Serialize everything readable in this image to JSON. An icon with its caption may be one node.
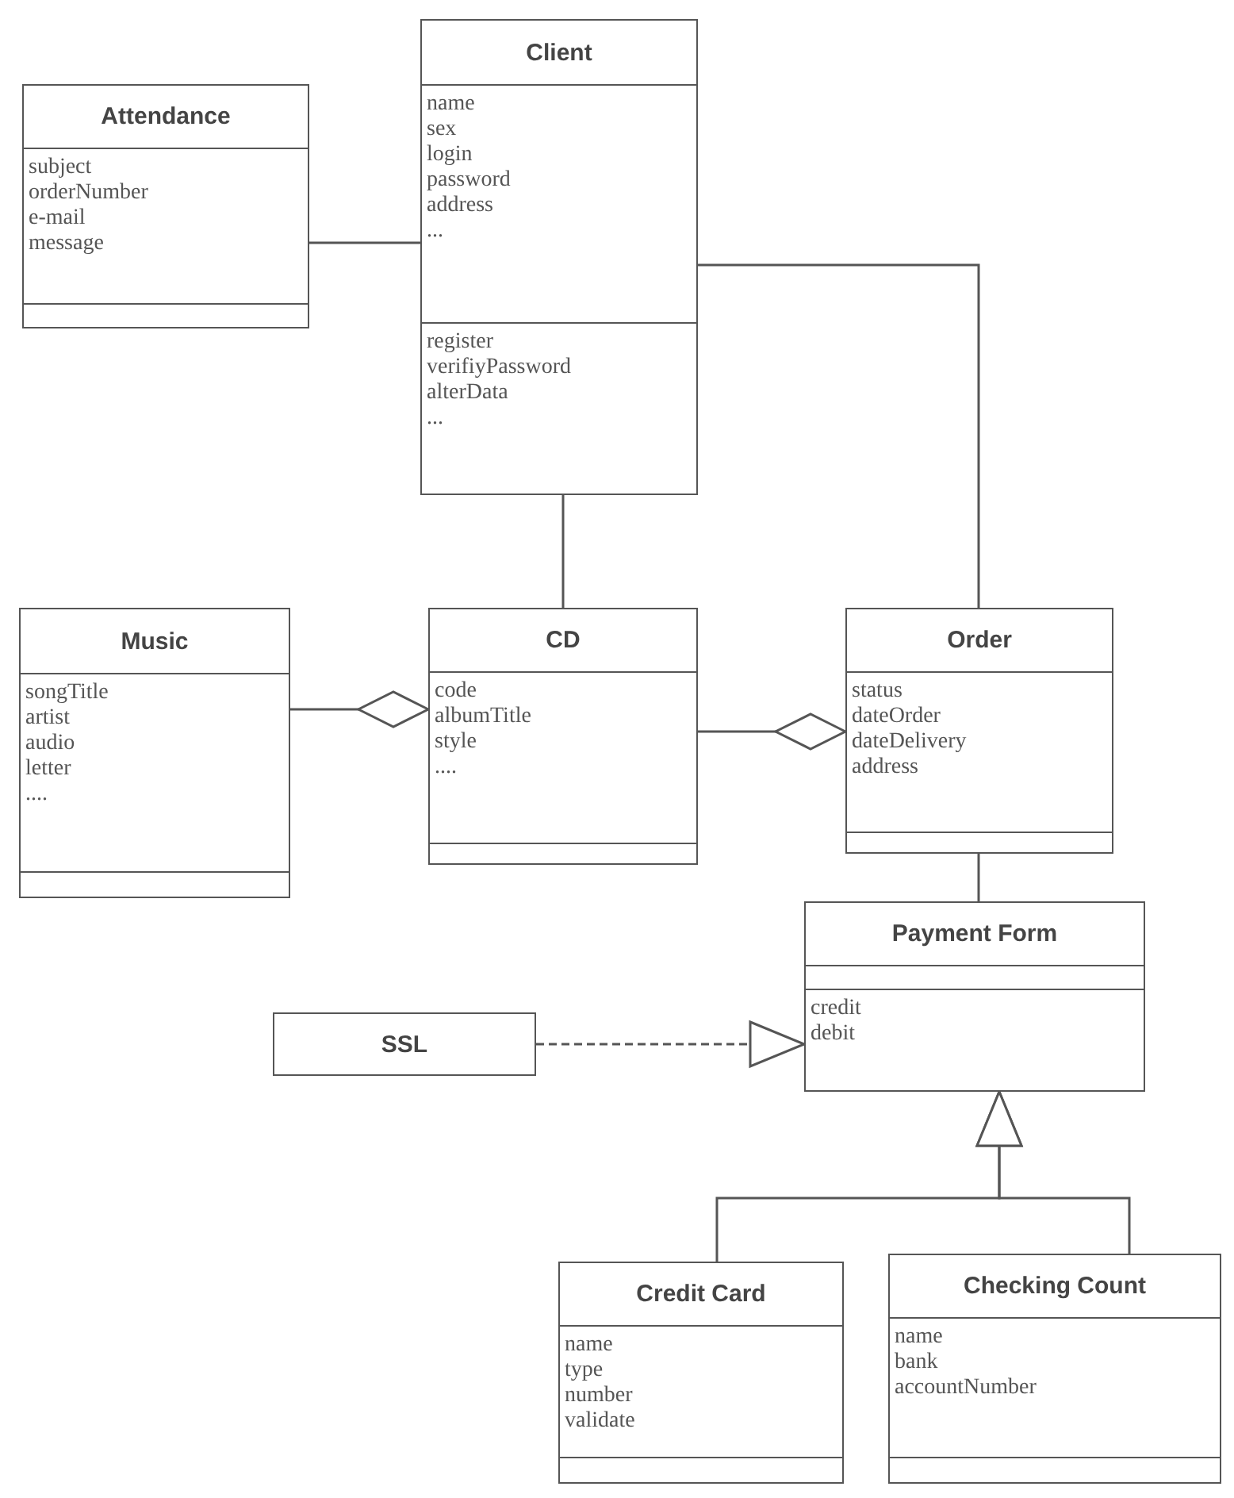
{
  "diagram": {
    "nodes": [
      {
        "text": [
          "Client",
          "name sex login password address ...",
          "register verifiyPassword alterData ..."
        ]
      },
      {
        "text": [
          "Attendance",
          "subject orderNumber e-mail message"
        ]
      },
      {
        "text": [
          "Music",
          "songTitle artist audio letter ...."
        ]
      },
      {
        "text": [
          "CD",
          "code albumTitle style ...."
        ]
      },
      {
        "text": [
          "Order",
          "status dateOrder dateDelivery address"
        ]
      },
      {
        "text": [
          "Payment Form",
          "credit debit"
        ]
      },
      {
        "text": [
          "SSL"
        ]
      },
      {
        "text": [
          "Credit Card",
          "name type number validate"
        ]
      },
      {
        "text": [
          "Checking Count",
          "name bank accountNumber"
        ]
      }
    ],
    "edges": [
      {
        "from": 1,
        "to": 0,
        "arrow": "none"
      },
      {
        "from": 0,
        "to": 3,
        "arrow": "none"
      },
      {
        "from": 0,
        "to": 4,
        "arrow": "none"
      },
      {
        "from": 2,
        "to": 3,
        "arrow": "other"
      },
      {
        "from": 3,
        "to": 4,
        "arrow": "other"
      },
      {
        "from": 4,
        "to": 5,
        "arrow": "none"
      },
      {
        "from": 6,
        "to": 5,
        "arrow": "to",
        "style": "dashed"
      },
      {
        "from": 7,
        "to": 5,
        "arrow": "to"
      },
      {
        "from": 8,
        "to": 5,
        "arrow": "to"
      }
    ]
  }
}
